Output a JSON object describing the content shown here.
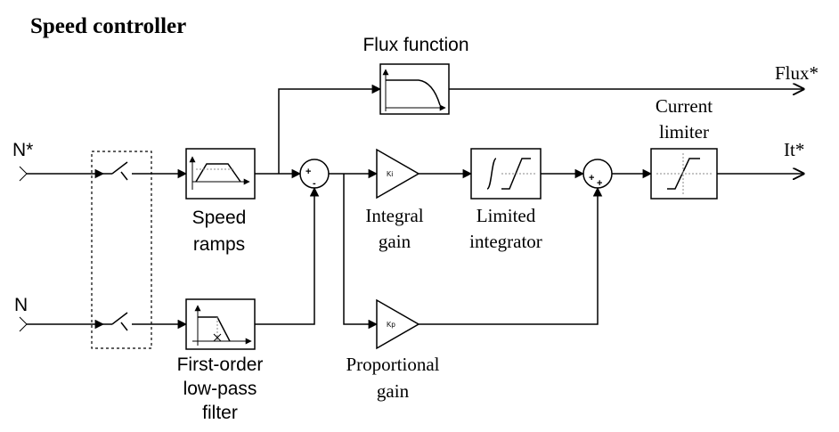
{
  "title": "Speed controller",
  "inputs": {
    "n_ref": "N*",
    "n_meas": "N"
  },
  "outputs": {
    "flux": "Flux*",
    "torque_current": "It*"
  },
  "blocks": {
    "flux_function": "Flux function",
    "speed_ramps": [
      "Speed",
      "ramps"
    ],
    "low_pass_filter": [
      "First-order",
      "low-pass",
      "filter"
    ],
    "integral_gain": [
      "Integral",
      "gain"
    ],
    "limited_integrator": [
      "Limited",
      "integrator"
    ],
    "proportional_gain": [
      "Proportional",
      "gain"
    ],
    "current_limiter": [
      "Current",
      "limiter"
    ]
  },
  "gain_symbols": {
    "ki": "Ki",
    "kp": "Kp"
  },
  "summers": {
    "speed_error": {
      "plus": "+",
      "minus": "-"
    },
    "pi_sum": {
      "plus_left": "+",
      "plus_bottom": "+"
    }
  }
}
